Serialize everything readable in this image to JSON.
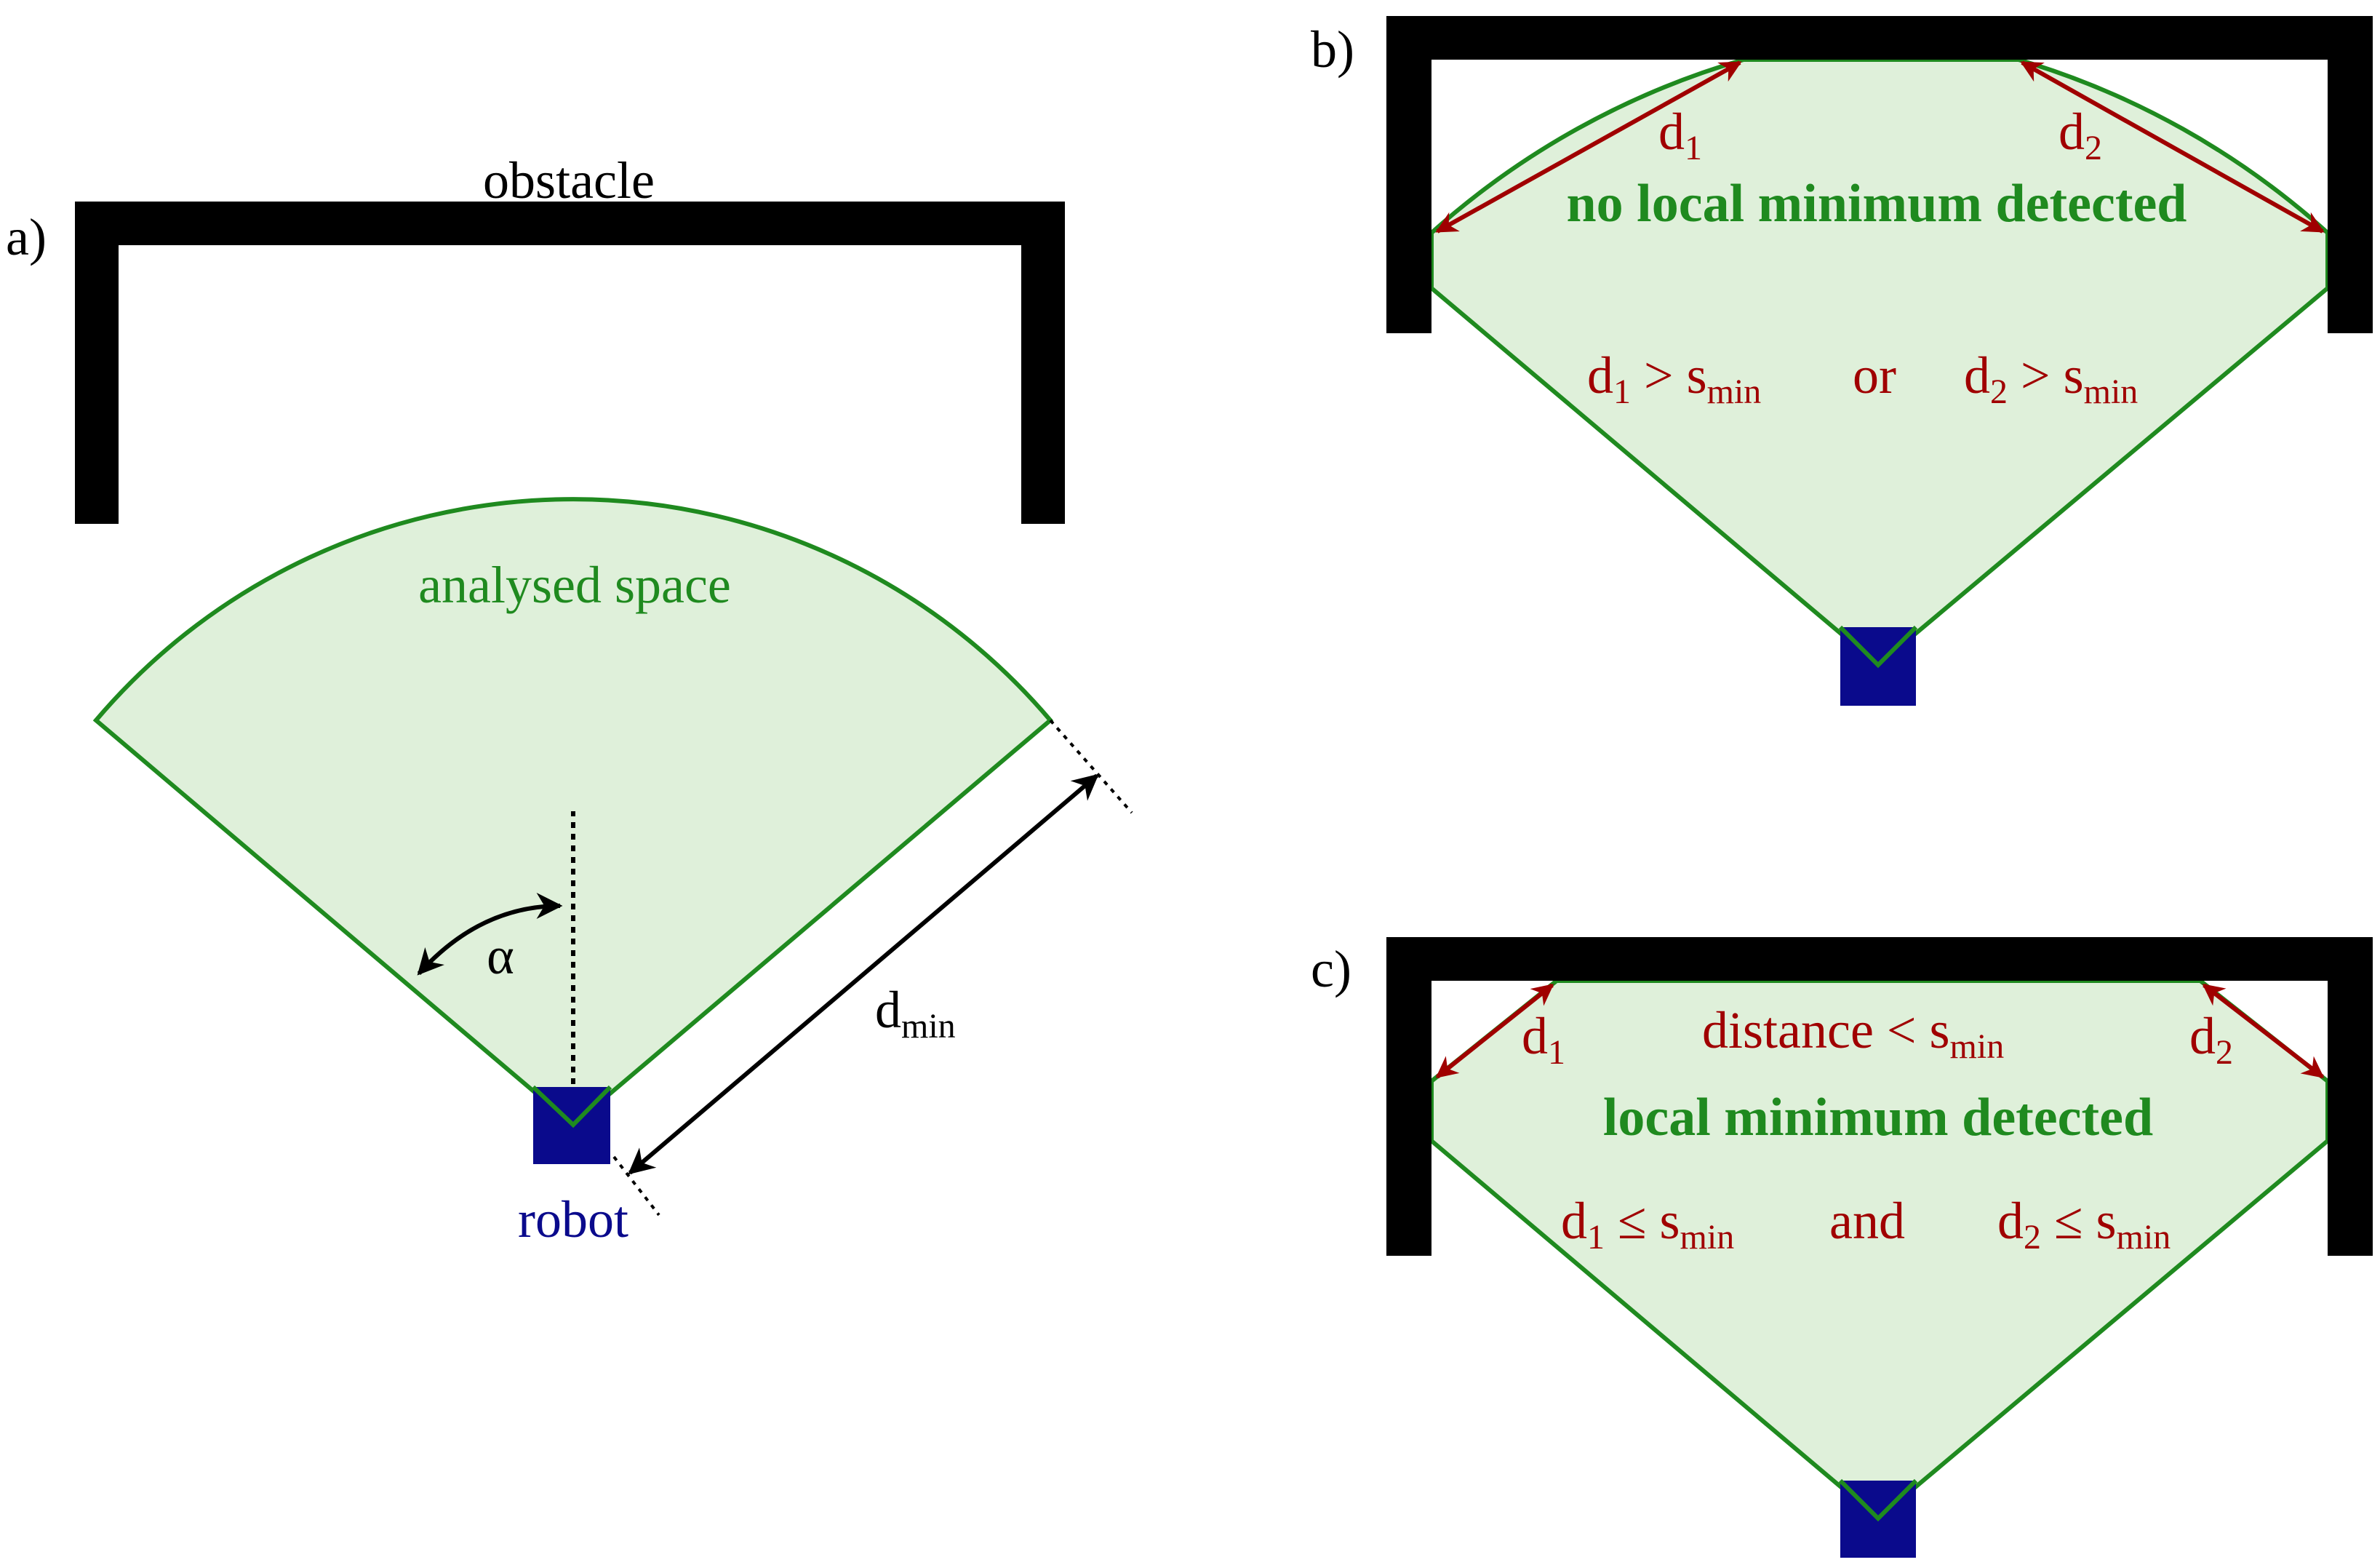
{
  "panel_a": {
    "panel_label": "a)",
    "obstacle_label": "obstacle",
    "space_label": "analysed space",
    "angle_label": "α",
    "distance_label": "d",
    "distance_sub": "min",
    "robot_label": "robot"
  },
  "panel_b": {
    "panel_label": "b)",
    "d1_label": "d",
    "d1_sub": "1",
    "d2_label": "d",
    "d2_sub": "2",
    "status_text": "no local minimum detected",
    "cond_d1": "d",
    "cond_d1_sub": "1",
    "cond_gt_1": " > s",
    "cond_min_1": "min",
    "cond_or": "or",
    "cond_d2": "d",
    "cond_d2_sub": "2",
    "cond_gt_2": " > s",
    "cond_min_2": "min"
  },
  "panel_c": {
    "panel_label": "c)",
    "d1_label": "d",
    "d1_sub": "1",
    "d2_label": "d",
    "d2_sub": "2",
    "distance_text": "distance < s",
    "distance_sub": "min",
    "status_text": "local minimum detected",
    "cond_d1": "d",
    "cond_d1_sub": "1",
    "cond_le_1": " ≤ s",
    "cond_min_1": "min",
    "cond_and": "and",
    "cond_d2": "d",
    "cond_d2_sub": "2",
    "cond_le_2": " ≤ s",
    "cond_min_2": "min"
  },
  "colors": {
    "obstacle": "#000000",
    "space_fill": "#dff0da",
    "space_stroke": "#1f8a1f",
    "robot": "#0a0a8c",
    "measure_arrow": "#a00000",
    "dimension_arrow": "#000000"
  }
}
